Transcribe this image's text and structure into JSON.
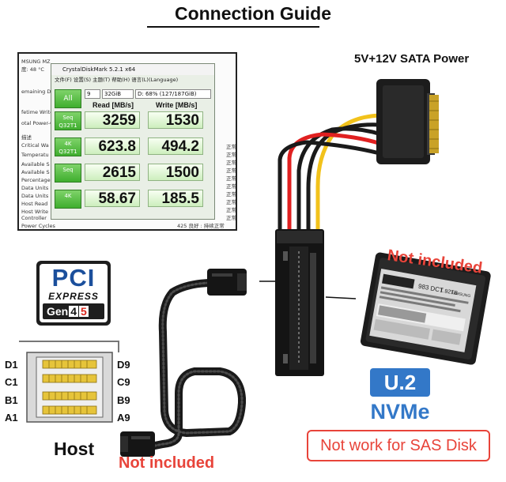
{
  "title": "Connection Guide",
  "power_label": "5V+12V SATA Power",
  "host_label": "Host",
  "cable_not_included": "Not included",
  "ssd_not_included": "Not included",
  "interface_badge": "U.2",
  "interface_protocol": "NVMe",
  "warning": "Not work for SAS Disk",
  "pci_logo": {
    "pci": "PCI",
    "express": "EXPRESS",
    "gen_prefix": "Gen",
    "gen_a": "4",
    "gen_b": "5"
  },
  "connector_pins": {
    "left_top": "D1",
    "left_2": "C1",
    "left_3": "B1",
    "left_bottom": "A1",
    "right_top": "D9",
    "right_2": "C9",
    "right_3": "B9",
    "right_bottom": "A9"
  },
  "crystaldiskmark": {
    "window_title": "CrystalDiskMark 5.2.1 x64",
    "menu": "文件(F)  设置(S)  主题(T)  帮助(H)  语言(L)(Language)",
    "all_button": "All",
    "count_select": "9",
    "size_select": "32GiB",
    "drive_select": "D: 68% (127/187GiB)",
    "read_header": "Read [MB/s]",
    "write_header": "Write [MB/s]",
    "rows": [
      {
        "label": "Seq Q32T1",
        "read": "3259",
        "write": "1530"
      },
      {
        "label": "4K Q32T1",
        "read": "623.8",
        "write": "494.2"
      },
      {
        "label": "Seq",
        "read": "2615",
        "write": "1500"
      },
      {
        "label": "4K",
        "read": "58.67",
        "write": "185.5"
      }
    ],
    "background_left": [
      "MSUNG MZ",
      "度: 48 °C",
      "emaining Di",
      "fetime Write",
      "otal Power-O",
      "描述",
      "Critical Wa",
      "Temperatu",
      "Available S",
      "Available S",
      "Percentage",
      "Data Units",
      "Data Units",
      "Host Read",
      "Host Write",
      "Controller",
      "Power Cycles"
    ],
    "background_right": [
      "正常",
      "正常",
      "正常",
      "正常",
      "正常",
      "正常",
      "正常",
      "正常",
      "正常",
      "正常"
    ],
    "footer": "425  良好 : 持续正常"
  },
  "ssd_label": {
    "model": "983 DCT",
    "capacity": "1.92TB",
    "brand": "SAMSUNG"
  },
  "colors": {
    "cable_yellow": "#f2c21b",
    "cable_red": "#e02020",
    "cable_black": "#1a1a1a",
    "accent_red": "#e8443a",
    "u2_blue": "#3378c8",
    "pci_blue": "#1b4f9c"
  }
}
